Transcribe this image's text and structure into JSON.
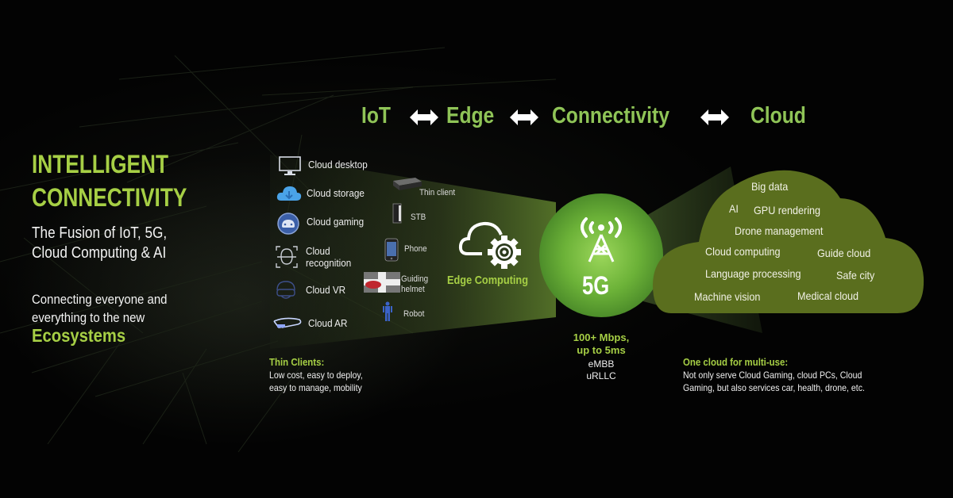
{
  "left_panel": {
    "title_line1": "INTELLIGENT",
    "title_line2": "CONNECTIVITY",
    "subtitle_line1": "The Fusion of IoT, 5G,",
    "subtitle_line2": "Cloud Computing & AI",
    "tagline_line1": "Connecting everyone and",
    "tagline_line2": "everything to the new",
    "tagline_highlight": "Ecosystems"
  },
  "header": {
    "stages": [
      "IoT",
      "Edge",
      "Connectivity",
      "Cloud"
    ],
    "arrow_icon": "double-arrow-icon"
  },
  "iot_services": [
    {
      "label": "Cloud desktop",
      "icon": "monitor-icon"
    },
    {
      "label": "Cloud storage",
      "icon": "cloud-download-icon"
    },
    {
      "label": "Cloud gaming",
      "icon": "gamepad-icon"
    },
    {
      "label_line1": "Cloud",
      "label_line2": "recognition",
      "icon": "face-scan-icon"
    },
    {
      "label": "Cloud VR",
      "icon": "vr-headset-icon"
    },
    {
      "label": "Cloud AR",
      "icon": "ar-glasses-icon"
    }
  ],
  "devices": [
    {
      "label": "Thin client",
      "icon": "thin-client-box-icon"
    },
    {
      "label": "STB",
      "icon": "set-top-box-icon"
    },
    {
      "label": "Phone",
      "icon": "smartphone-icon"
    },
    {
      "label_line1": "Guiding",
      "label_line2": "helmet",
      "icon": "map-car-icon"
    },
    {
      "label": "Robot",
      "icon": "robot-icon"
    }
  ],
  "thin_clients_note": {
    "heading": "Thin Clients:",
    "line1": "Low cost, easy to deploy,",
    "line2": "easy to manage, mobility"
  },
  "edge": {
    "label": "Edge Computing",
    "icon": "cloud-gear-icon"
  },
  "connectivity": {
    "badge": "5G",
    "icon": "cell-tower-icon",
    "speed": "100+ Mbps,",
    "latency": "up to 5ms",
    "mode1": "eMBB",
    "mode2": "uRLLC"
  },
  "cloud": {
    "items": [
      "Big data",
      "AI",
      "GPU rendering",
      "Drone management",
      "Cloud computing",
      "Guide cloud",
      "Language processing",
      "Safe city",
      "Machine vision",
      "Medical cloud"
    ],
    "note_heading": "One cloud for multi-use:",
    "note_line1": "Not only serve Cloud Gaming, cloud PCs, Cloud",
    "note_line2": "Gaming, but also services car, health, drone, etc."
  },
  "colors": {
    "accent_green": "#a6cf45",
    "header_green": "#8fc457",
    "cloud_fill": "#5a6e1e",
    "circle_green": "#6fb33a",
    "background": "#030303"
  }
}
